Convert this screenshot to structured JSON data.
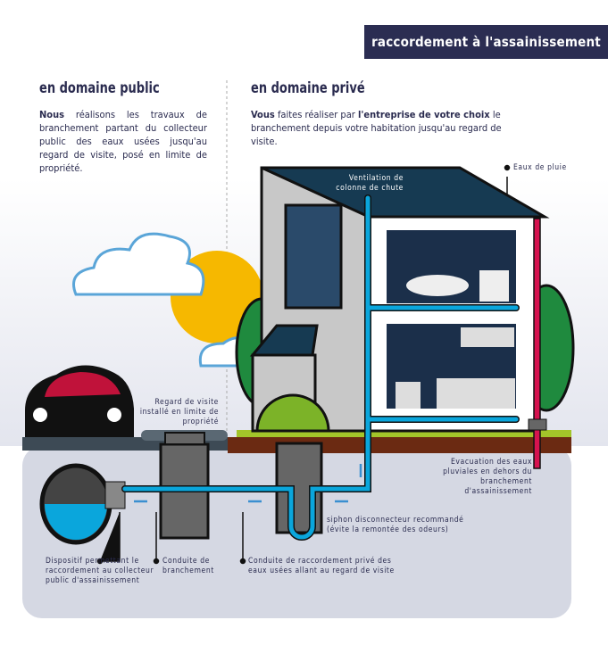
{
  "banner": {
    "title": "raccordement à l'assainissement"
  },
  "public": {
    "heading": "en domaine public",
    "bold": "Nous",
    "text": " réalisons les travaux de branchement partant du collecteur public des eaux usées jusqu'au regard de visite, posé en limite de propriété."
  },
  "private": {
    "heading": "en domaine privé",
    "bold1": "Vous",
    "text1": " faites réaliser par ",
    "bold2": "l'entreprise de votre choix",
    "text2": " le branchement depuis votre habitation jusqu'au regard de visite."
  },
  "labels": {
    "ventilation": "Ventilation de colonne de chute",
    "rain": "Eaux de pluie",
    "regard": "Regard de visite installé en limite de propriété",
    "evacuation": "Evacuation des eaux pluviales en dehors du branchement d'assainissement",
    "siphon": "siphon disconnecteur recommandé (évite la remontée des odeurs)",
    "dispositif": "Dispositif permettant le raccordement au collecteur public d'assainissement",
    "conduite_branchement": "Conduite de branchement",
    "conduite_privee": "Conduite de raccordement privé des eaux usées allant au regard de visite"
  },
  "colors": {
    "navy": "#2b2d52",
    "water": "#0aa6dc",
    "ground": "#d5d8e3",
    "soil": "#6b2a12",
    "grass": "#a3c52a",
    "rainpipe": "#d6134f"
  }
}
